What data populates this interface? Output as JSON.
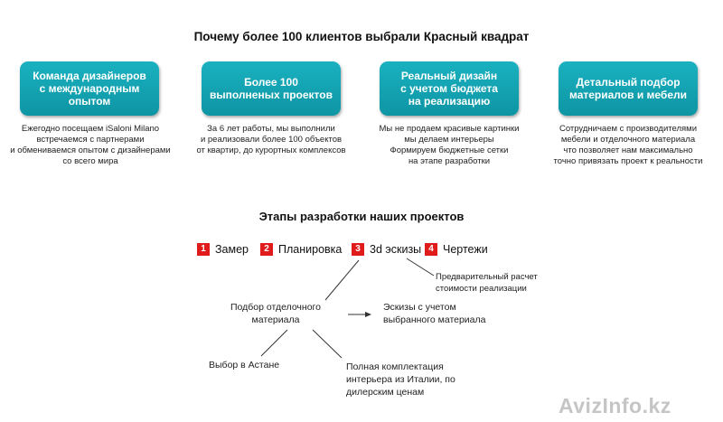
{
  "section1": {
    "title": "Почему более 100 клиентов выбрали Красный квадрат",
    "cards": [
      {
        "title": "Команда дизайнеров\nс международным\nопытом",
        "desc": "Ежегодно посещаем iSaloni Milano\nвстречаемся с партнерами\nи обмениваемся опытом с дизайнерами\nсо всего мира"
      },
      {
        "title": "Более 100\nвыполненых проектов",
        "desc": "За 6 лет работы, мы выполнили\nи реализовали более 100 объектов\nот квартир, до курортных комплексов"
      },
      {
        "title": "Реальный дизайн\nс учетом бюджета\nна реализацию",
        "desc": "Мы не продаем красивые картинки\nмы делаем интерьеры\nФормируем бюджетные сетки\nна этапе разработки"
      },
      {
        "title": "Детальный подбор\nматериалов и мебели",
        "desc": "Сотрудничаем с производителями\nмебели и отделочного материала\nчто позволяет нам максимально\nточно привязать проект к реальности"
      }
    ]
  },
  "section2": {
    "title": "Этапы разработки наших проектов",
    "steps": [
      {
        "num": "1",
        "label": "Замер"
      },
      {
        "num": "2",
        "label": "Планировка"
      },
      {
        "num": "3",
        "label": "3d эскизы"
      },
      {
        "num": "4",
        "label": "Чертежи"
      }
    ],
    "notes": {
      "budget": "Предварительный расчет\nстоимости реализации",
      "materials": "Подбор отделочного\nматериала",
      "sketches": "Эскизы с учетом\nвыбранного материала",
      "astana": "Выбор в Астане",
      "italy": "Полная комплектация\nинтерьера из Италии, по\nдилерским ценам"
    }
  },
  "watermark": "AvizInfo.kz",
  "colors": {
    "card": "#12a2b1",
    "step_badge": "#e01b1b",
    "connector": "#333333"
  }
}
